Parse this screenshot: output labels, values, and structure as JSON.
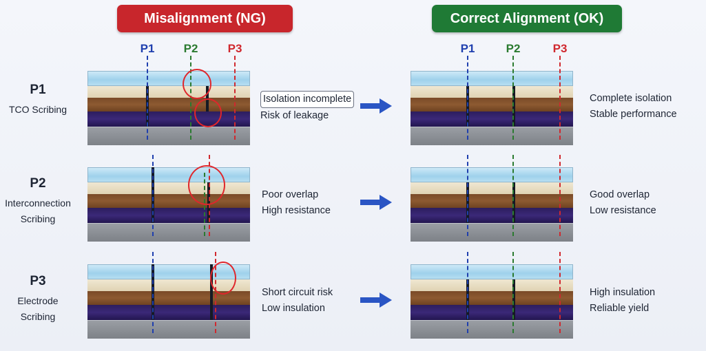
{
  "banners": {
    "misalignment": "Misalignment (NG)",
    "correct": "Correct Alignment (OK)"
  },
  "scribe_labels": [
    "P1",
    "P2",
    "P3"
  ],
  "rows": [
    {
      "id": "P1",
      "name_lines": [
        "TCO Scribing"
      ],
      "ng_text": [
        "Isolation incomplete",
        "Risk of leakage"
      ],
      "ok_text": [
        "Complete isolation",
        "Stable performance"
      ]
    },
    {
      "id": "P2",
      "name_lines": [
        "Interconnection",
        "Scribing"
      ],
      "ng_text": [
        "Poor overlap",
        "High resistance"
      ],
      "ok_text": [
        "Good overlap",
        "Low resistance"
      ]
    },
    {
      "id": "P3",
      "name_lines": [
        "Electrode",
        "Scribing"
      ],
      "ng_text": [
        "Short circuit risk",
        "Low insulation"
      ],
      "ok_text": [
        "High insulation",
        "Reliable yield"
      ]
    }
  ],
  "colors": {
    "ng_banner": "#c8262c",
    "ok_banner": "#1f7a35",
    "p1": "#1f3fae",
    "p2": "#2a7a2f",
    "p3": "#d0282e",
    "arrow": "#2a55c4"
  }
}
